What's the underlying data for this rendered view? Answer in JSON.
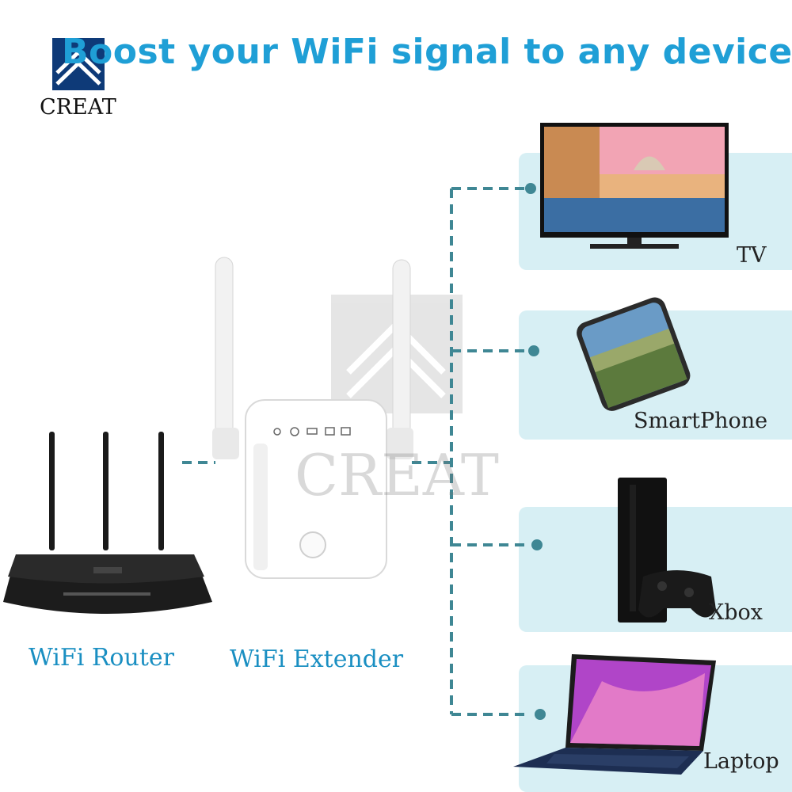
{
  "headline": "Boost your WiFi signal to any device",
  "logo": {
    "text": "CREAT"
  },
  "watermark": {
    "text": "CREAT"
  },
  "captions": {
    "router": "WiFi Router",
    "extender": "WiFi Extender"
  },
  "devices": [
    {
      "label": "TV"
    },
    {
      "label": "SmartPhone"
    },
    {
      "label": "Xbox"
    },
    {
      "label": "Laptop"
    }
  ],
  "colors": {
    "headline": "#1f9fd6",
    "panel": "#d7eff4",
    "connector": "#3f8794",
    "caption": "#1a8fc2",
    "logo": "#0e3a78"
  },
  "icons": [
    "creat-logo-icon",
    "wifi-router-icon",
    "wifi-extender-icon",
    "tv-icon",
    "smartphone-icon",
    "xbox-icon",
    "laptop-icon"
  ]
}
